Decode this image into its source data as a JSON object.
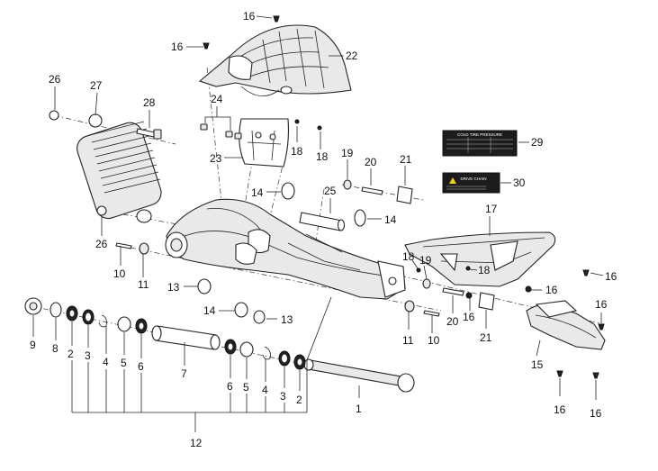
{
  "callouts": {
    "c1": "1",
    "c2a": "2",
    "c2b": "2",
    "c3a": "3",
    "c3b": "3",
    "c4a": "4",
    "c4b": "4",
    "c5a": "5",
    "c5b": "5",
    "c6a": "6",
    "c6b": "6",
    "c7": "7",
    "c8": "8",
    "c9": "9",
    "c10a": "10",
    "c10b": "10",
    "c11a": "11",
    "c11b": "11",
    "c12": "12",
    "c13a": "13",
    "c13b": "13",
    "c14a": "14",
    "c14b": "14",
    "c14c": "14",
    "c15": "15",
    "c16a": "16",
    "c16b": "16",
    "c16c": "16",
    "c16d": "16",
    "c16e": "16",
    "c16f": "16",
    "c16g": "16",
    "c16h": "16",
    "c17": "17",
    "c18a": "18",
    "c18b": "18",
    "c18c": "18",
    "c19a": "19",
    "c19b": "19",
    "c20a": "20",
    "c20b": "20",
    "c21a": "21",
    "c21b": "21",
    "c22": "22",
    "c23": "23",
    "c24": "24",
    "c25": "25",
    "c26a": "26",
    "c26b": "26",
    "c27": "27",
    "c28": "28",
    "c29": "29",
    "c30": "30"
  },
  "labels": {
    "tire_label_title": "COLD TIRE PRESSURE",
    "drive_chain_title": "DRIVE CHAIN"
  }
}
